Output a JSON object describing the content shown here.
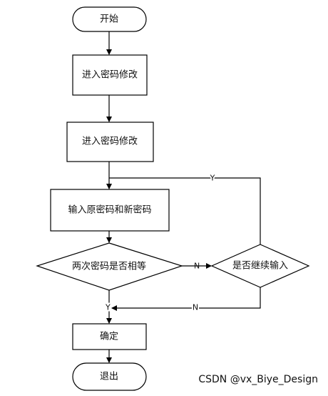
{
  "nodes": {
    "start": "开始",
    "step1": "进入密码修改",
    "step2": "进入密码修改",
    "input": "输入原密码和新密码",
    "compare": "两次密码是否相等",
    "continue": "是否继续输入",
    "confirm": "确定",
    "exit": "退出"
  },
  "edges": {
    "continue_yes": "Y",
    "compare_no": "N",
    "compare_yes": "Y",
    "continue_no": "N"
  },
  "watermark": "CSDN @vx_Biye_Design",
  "colors": {
    "stroke": "#000000",
    "fill": "#ffffff",
    "text": "#111111",
    "watermark": "#9a9a9a"
  }
}
